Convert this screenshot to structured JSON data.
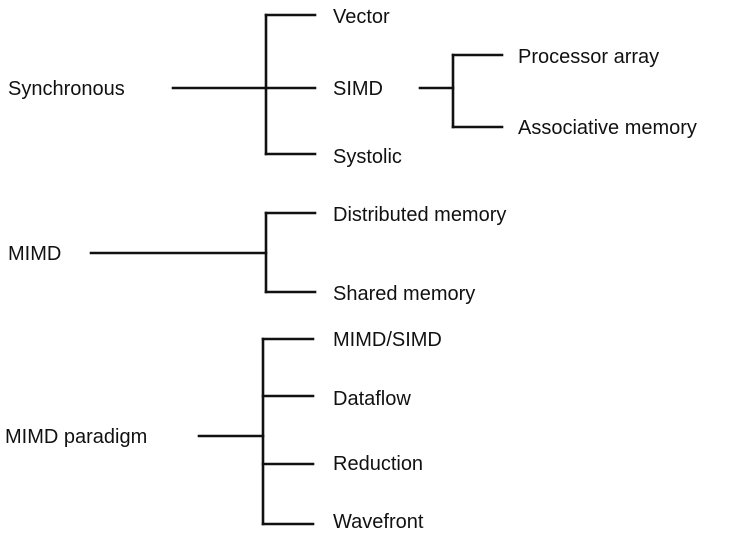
{
  "diagram": {
    "type": "taxonomy-tree",
    "groups": [
      {
        "label": "Synchronous",
        "children": [
          {
            "label": "Vector"
          },
          {
            "label": "SIMD",
            "children": [
              {
                "label": "Processor array"
              },
              {
                "label": "Associative memory"
              }
            ]
          },
          {
            "label": "Systolic"
          }
        ]
      },
      {
        "label": "MIMD",
        "children": [
          {
            "label": "Distributed memory"
          },
          {
            "label": "Shared memory"
          }
        ]
      },
      {
        "label": "MIMD paradigm",
        "children": [
          {
            "label": "MIMD/SIMD"
          },
          {
            "label": "Dataflow"
          },
          {
            "label": "Reduction"
          },
          {
            "label": "Wavefront"
          }
        ]
      }
    ]
  }
}
